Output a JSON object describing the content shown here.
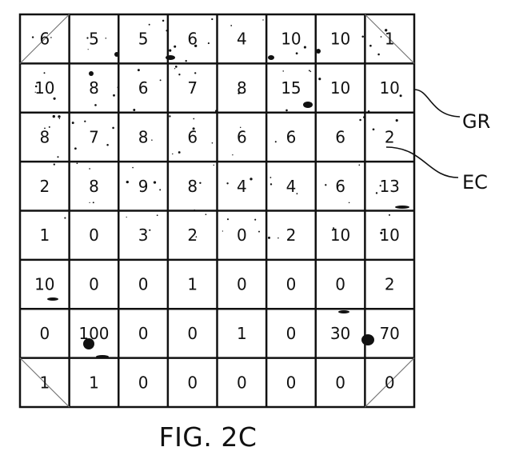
{
  "figure": {
    "caption": "FIG. 2C",
    "grid": [
      [
        "6",
        "5",
        "5",
        "6",
        "4",
        "10",
        "10",
        "1"
      ],
      [
        "10",
        "8",
        "6",
        "7",
        "8",
        "15",
        "10",
        "10"
      ],
      [
        "8",
        "7",
        "8",
        "6",
        "6",
        "6",
        "6",
        "2"
      ],
      [
        "2",
        "8",
        "9",
        "8",
        "4",
        "4",
        "6",
        "13"
      ],
      [
        "1",
        "0",
        "3",
        "2",
        "0",
        "2",
        "10",
        "10"
      ],
      [
        "10",
        "0",
        "0",
        "1",
        "0",
        "0",
        "0",
        "2"
      ],
      [
        "0",
        "100",
        "0",
        "0",
        "1",
        "0",
        "30",
        "70"
      ],
      [
        "1",
        "1",
        "0",
        "0",
        "0",
        "0",
        "0",
        "0"
      ]
    ],
    "labels": {
      "gr": "GR",
      "ec": "EC"
    },
    "corner_cells": [
      "top-left",
      "top-right",
      "bottom-left",
      "bottom-right"
    ]
  }
}
